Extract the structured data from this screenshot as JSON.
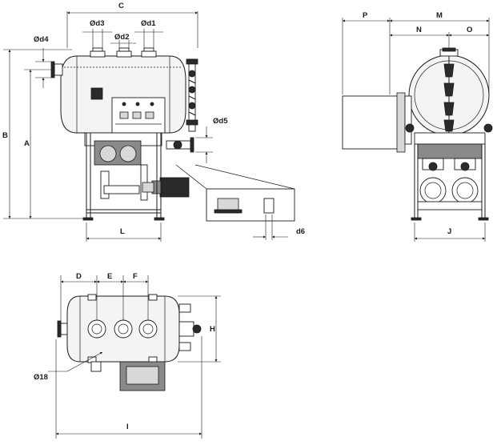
{
  "dimensions": {
    "front": {
      "C": "C",
      "d1": "Ød1",
      "d2": "Ød2",
      "d3": "Ød3",
      "d4": "Ød4",
      "d5": "Ød5",
      "d6": "d6",
      "A": "A",
      "B": "B",
      "L": "L"
    },
    "side": {
      "P": "P",
      "M": "M",
      "N": "N",
      "O": "O",
      "J": "J"
    },
    "top": {
      "D": "D",
      "E": "E",
      "F": "F",
      "H": "H",
      "I": "I",
      "d18": "Ø18"
    }
  },
  "colors": {
    "ink": "#1a1a1a",
    "paper": "#ffffff",
    "shade": "#8a8a8a"
  }
}
